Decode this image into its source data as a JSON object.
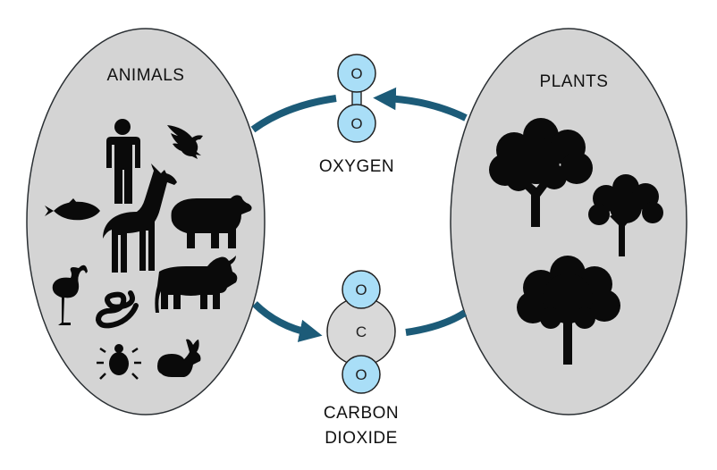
{
  "left_group": {
    "title": "ANIMALS"
  },
  "right_group": {
    "title": "PLANTS"
  },
  "oxygen": {
    "label": "OXYGEN",
    "atoms": [
      "O",
      "O"
    ]
  },
  "carbon_dioxide": {
    "label_line1": "CARBON",
    "label_line2": "DIOXIDE",
    "atoms": [
      "O",
      "C",
      "O"
    ]
  },
  "colors": {
    "ellipse_fill": "#d4d4d4",
    "ellipse_stroke": "#2a2f33",
    "arrow": "#1c5b78",
    "oxygen_atom": "#a9def7",
    "carbon_atom": "#d9d9d9",
    "silhouette": "#0a0a0a"
  },
  "icons": [
    "person-icon",
    "eagle-icon",
    "fish-icon",
    "giraffe-icon",
    "bear-icon",
    "flamingo-icon",
    "snake-icon",
    "bull-icon",
    "beetle-icon",
    "rabbit-icon",
    "tree-icon"
  ]
}
